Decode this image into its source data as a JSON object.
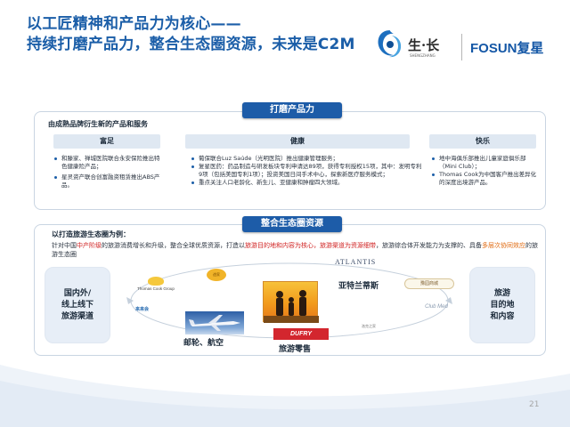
{
  "header": {
    "title_line1": "以工匠精神和产品力为核心——",
    "title_line2": "持续打磨产品力，整合生态圈资源，未来是C2M",
    "logo_brand_cn": "生·长",
    "logo_brand_sub": "SHENGZHANG",
    "logo_fosun": "FOSUN复星"
  },
  "section1": {
    "pill": "打磨产品力",
    "subhead": "由成熟品牌衍生新的产品和服务",
    "columns": [
      {
        "title": "富足",
        "items": [
          "和滕家、禅城医院联合永安保险推出特色健康险产品；",
          "星灵资产联合创富融资租赁推出ABS产品。"
        ]
      },
      {
        "title": "健康",
        "items": [
          "葡保联合Luz Saúde（光明医院）推出健康管理服务；",
          "复星医药：药品制造与研发板块专利申请达89项，获得专利授权15项，其中：发明专利9项（包括美国专利1项）；投资美国日间手术中心，探索新医疗服务模式；",
          "重点关注人口老龄化、新生儿、亚健康和肿瘤四大领域。"
        ]
      },
      {
        "title": "快乐",
        "items": [
          "地中海俱乐部推出儿童家庭俱乐部（Mini Club）；",
          "Thomas Cook为中国客户推出差异化的深度出境游产品。"
        ]
      }
    ]
  },
  "section2": {
    "pill": "整合生态圈资源",
    "subhead": "以打造旅游生态圈为例：",
    "para_a": "针对中国",
    "para_b": "中产阶级",
    "para_c": "的旅游消费增长和升级，整合全球优质资源，打造以",
    "para_d": "旅游目的地和内容为核心，旅游渠道为资源细带",
    "para_e": "，旅游综合体开发能力为支撑的、具备",
    "para_f": "多层次协同效应",
    "para_g": "的旅游生态圈",
    "left_box": "国内外/\n线上线下\n旅游渠道",
    "right_box": "旅游\n目的地\n和内容",
    "label_atlantis": "亚特兰蒂斯",
    "label_cruise": "邮轮、航空",
    "label_retail": "旅游零售",
    "logos": {
      "thomas_cook": "Thomas Cook Group",
      "atlantis": "ATLANTIS",
      "dufry": "DUFRY",
      "yuyuan": "豫园商城",
      "club": "Club Med",
      "top_circle": "途家",
      "blue_small": "来来会",
      "house": "洛克之家"
    }
  },
  "footer": {
    "page_number": "21"
  }
}
